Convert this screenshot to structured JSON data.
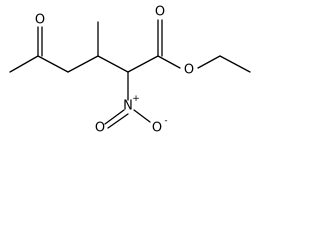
{
  "molecule": {
    "atoms": {
      "ketone_oxygen": "O",
      "carbonyl_oxygen": "O",
      "ester_oxygen": "O",
      "nitro_nitrogen": "N",
      "nitro_nitrogen_charge": "+",
      "nitro_oxygen_right": "O",
      "nitro_oxygen_right_charge": "-",
      "nitro_oxygen_left": "O"
    }
  }
}
